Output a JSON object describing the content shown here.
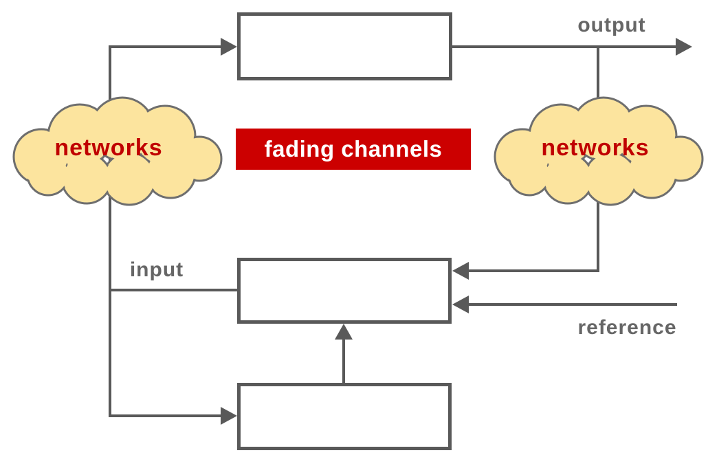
{
  "diagram": {
    "clouds": {
      "left": {
        "label": "networks"
      },
      "right": {
        "label": "networks"
      }
    },
    "banner": {
      "label": "fading channels"
    },
    "flow_labels": {
      "output": "output",
      "input": "input",
      "reference": "reference"
    },
    "boxes": {
      "top": "",
      "middle": "",
      "bottom": ""
    },
    "colors": {
      "connector_gray": "#595959",
      "label_gray": "#666666",
      "cloud_fill": "#FCE49E",
      "cloud_stroke": "#6E6E6E",
      "cloud_text_red": "#C00000",
      "banner_red": "#CC0000",
      "banner_text": "#FFFFFF"
    }
  }
}
